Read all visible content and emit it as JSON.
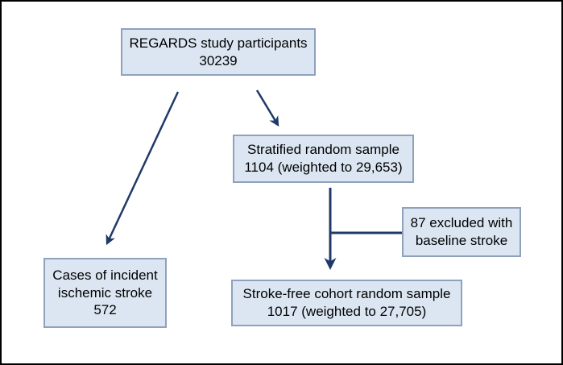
{
  "diagram": {
    "type": "flowchart",
    "nodes": {
      "participants": {
        "lines": [
          "REGARDS study participants",
          "30239"
        ]
      },
      "stratified": {
        "lines": [
          "Stratified random sample",
          "1104 (weighted to 29,653)"
        ]
      },
      "excluded": {
        "lines": [
          "87 excluded with",
          "baseline stroke"
        ]
      },
      "incident_cases": {
        "lines": [
          "Cases of incident",
          "ischemic stroke",
          "572"
        ]
      },
      "stroke_free": {
        "lines": [
          "Stroke-free cohort random sample",
          "1017 (weighted to 27,705)"
        ]
      }
    },
    "edges": [
      {
        "from": "participants",
        "to": "incident_cases",
        "type": "arrow"
      },
      {
        "from": "participants",
        "to": "stratified",
        "type": "arrow"
      },
      {
        "from": "stratified",
        "to": "stroke_free",
        "type": "arrow"
      },
      {
        "from": "excluded",
        "to": "stratified-stroke_free-arrow",
        "type": "connector"
      }
    ]
  },
  "colors": {
    "background": "#ffffff",
    "frame_border": "#000000",
    "box_fill": "#dce6f2",
    "box_border": "#8fa1bd",
    "arrow": "#1f3a68",
    "text": "#000000"
  }
}
